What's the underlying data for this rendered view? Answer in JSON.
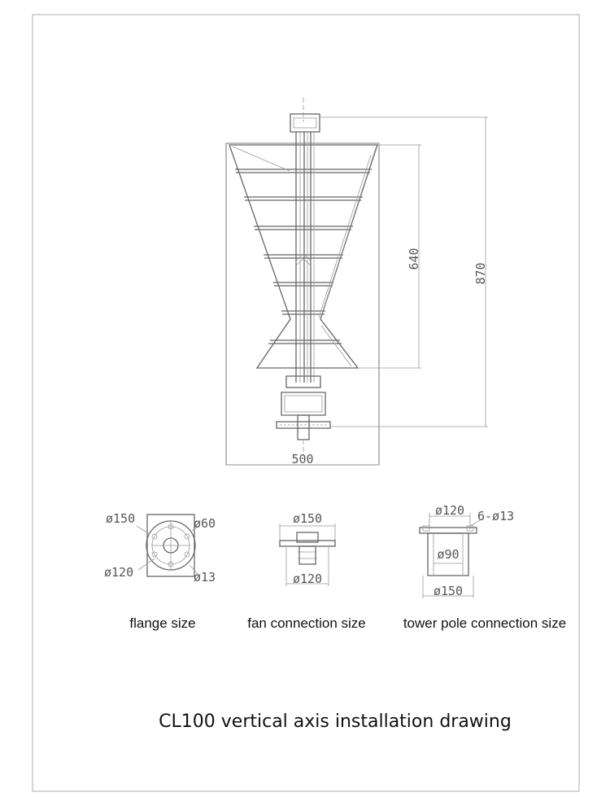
{
  "main_drawing": {
    "height_dim": "870",
    "blade_dim": "640",
    "width_dim": "500"
  },
  "flange": {
    "dia_outer": "ø150",
    "dia_center": "ø60",
    "dia_bolt_circle": "ø120",
    "dia_holes": "ø13",
    "caption": "flange size"
  },
  "fan_connection": {
    "dia_top": "ø150",
    "dia_bottom": "ø120",
    "caption": "fan connection size"
  },
  "tower_pole": {
    "dia_top": "ø120",
    "holes": "6-ø13",
    "dia_inner": "ø90",
    "dia_bottom": "ø150",
    "caption": "tower pole connection size"
  },
  "title": "CL100 vertical axis installation drawing"
}
